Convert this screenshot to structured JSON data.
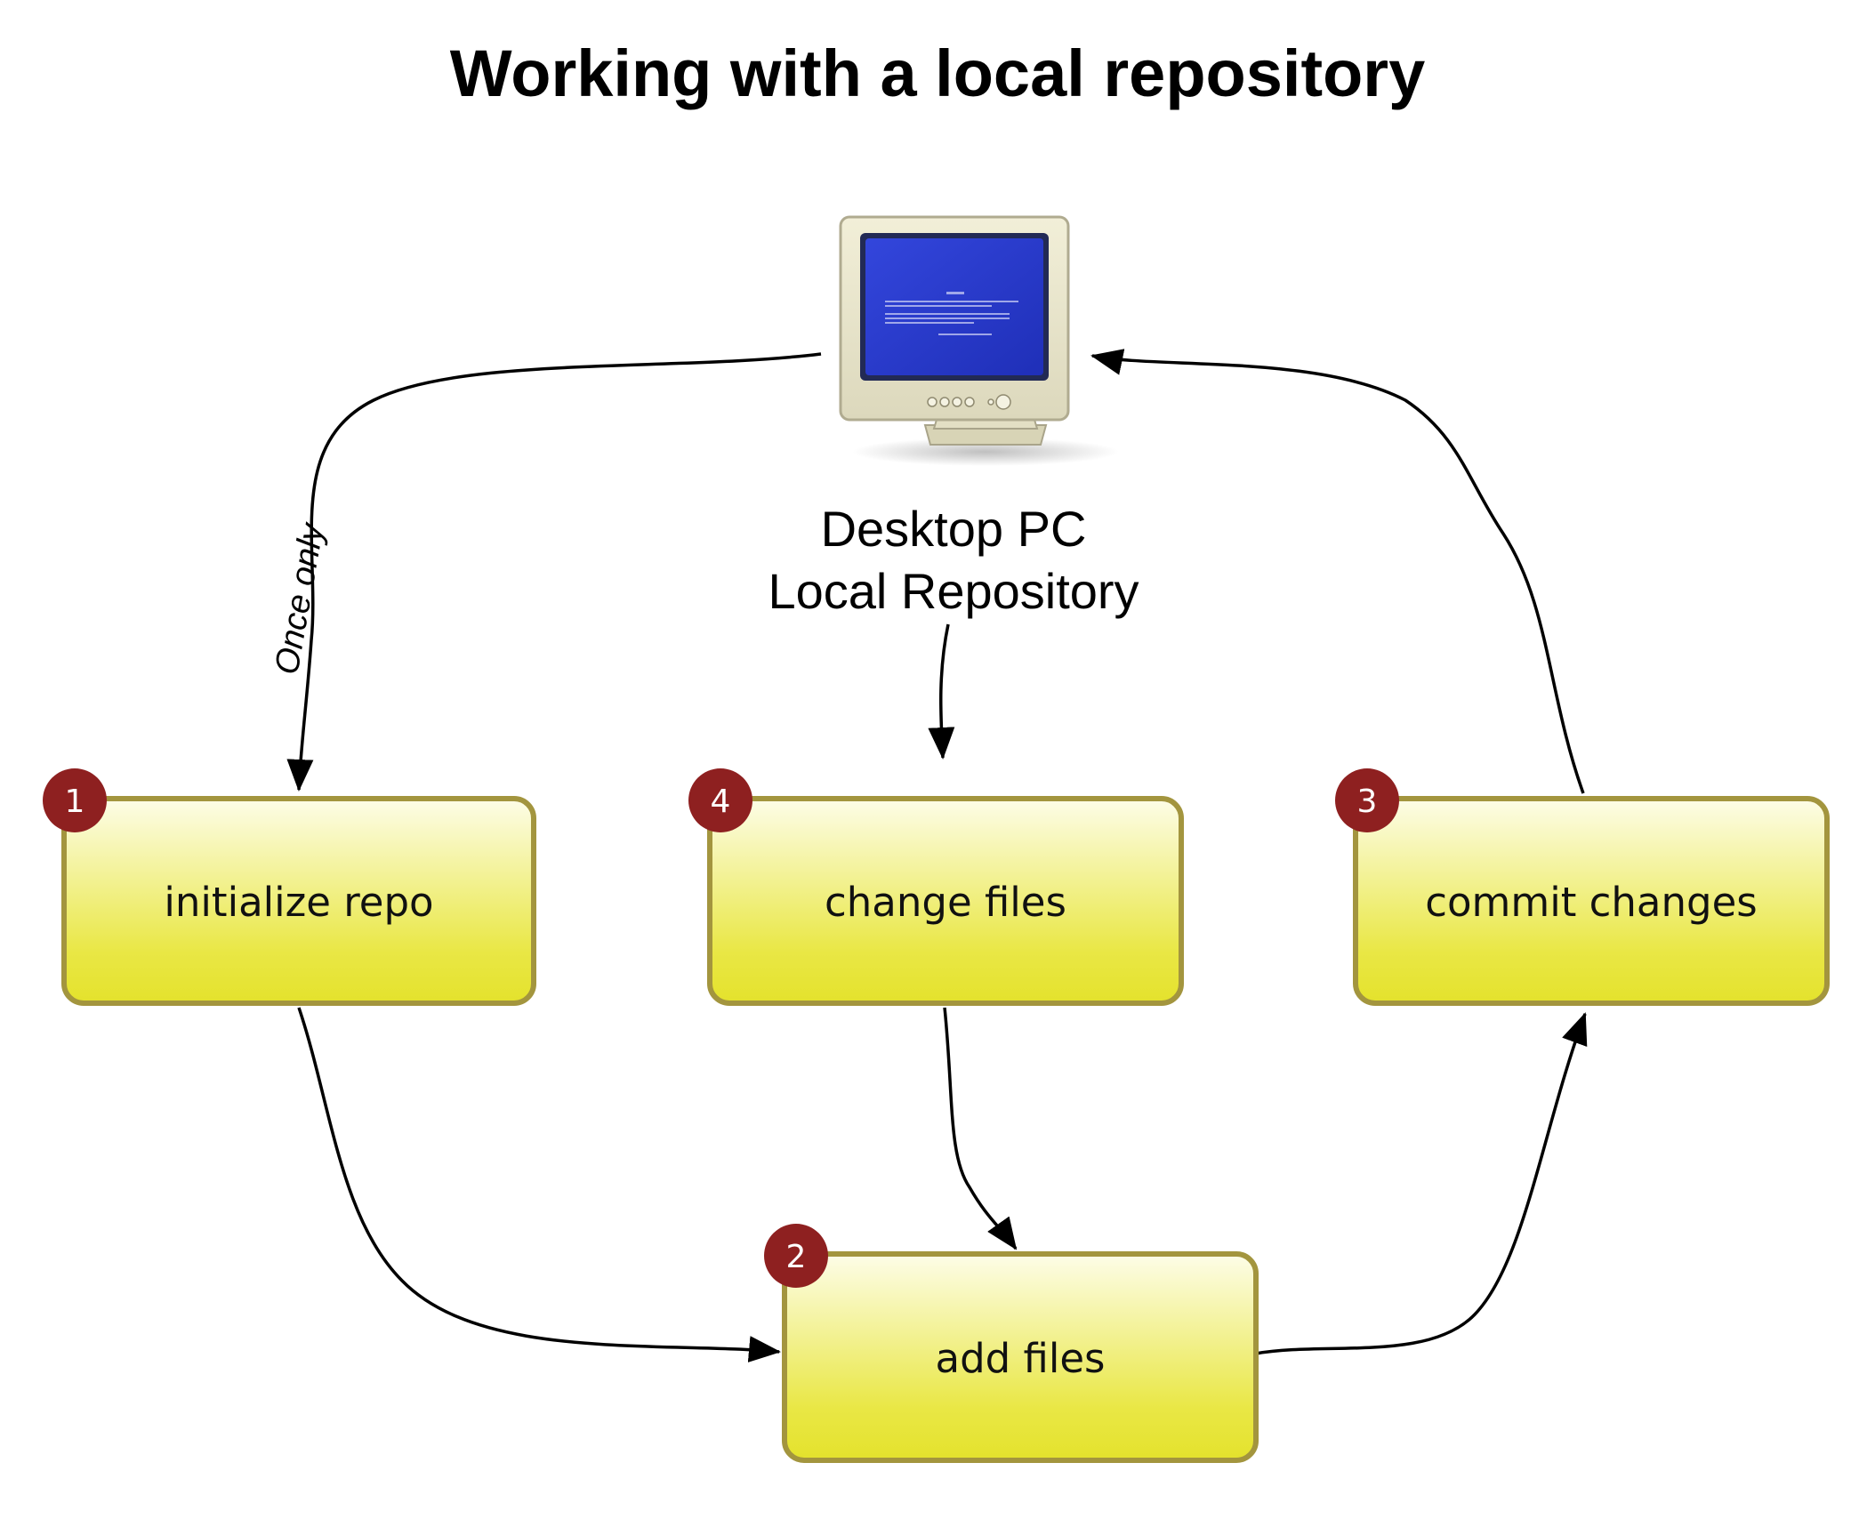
{
  "title": "Working with a local repository",
  "computer": {
    "icon": "desktop-monitor-icon",
    "label_line1": "Desktop PC",
    "label_line2": "Local Repository"
  },
  "steps": [
    {
      "badge": "1",
      "label": "initialize repo"
    },
    {
      "badge": "2",
      "label": "add files"
    },
    {
      "badge": "3",
      "label": "commit changes"
    },
    {
      "badge": "4",
      "label": "change files"
    }
  ],
  "edges": [
    {
      "from": "computer",
      "to": "initialize repo",
      "label": "Once only"
    },
    {
      "from": "Desktop PC label",
      "to": "change files"
    },
    {
      "from": "initialize repo",
      "to": "add files"
    },
    {
      "from": "change files",
      "to": "add files"
    },
    {
      "from": "add files",
      "to": "commit changes"
    },
    {
      "from": "commit changes",
      "to": "computer"
    }
  ],
  "colors": {
    "box_fill_top": "#fdfde8",
    "box_fill_bottom": "#e6e42e",
    "box_border": "#a3953e",
    "badge_fill": "#8e2020",
    "screen_blue": "#2e3fd0"
  }
}
